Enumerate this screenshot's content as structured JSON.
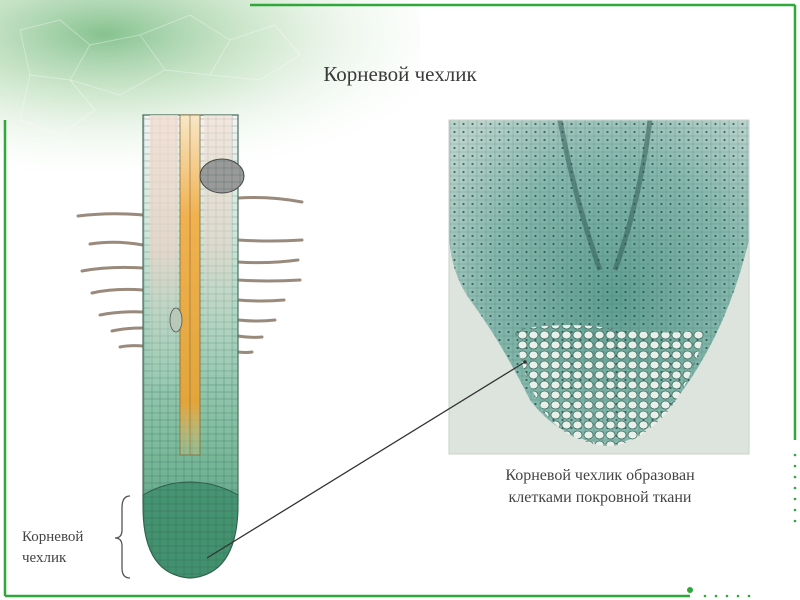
{
  "title": "Корневой чехлик",
  "micro_caption": {
    "line1": "Корневой чехлик образован",
    "line2": "клетками покровной ткани"
  },
  "root_cap_label": {
    "line1": "Корневой",
    "line2": "чехлик"
  },
  "colors": {
    "frame": "#2fa83a",
    "tissue_green": "#6fb393",
    "tissue_dark": "#3e8a6a",
    "vascular_orange": "#e8a43a",
    "micro_bg": "#dfe6df",
    "micro_tissue": "#6aa89a"
  }
}
